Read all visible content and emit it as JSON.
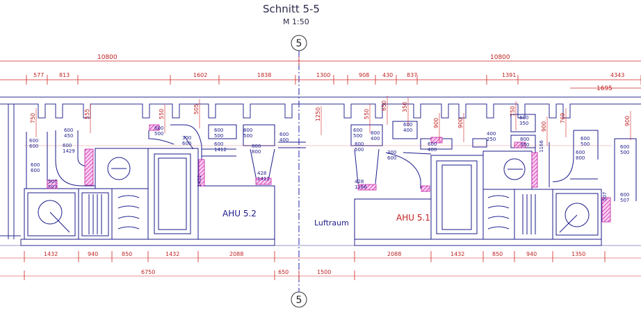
{
  "title": "Schnitt 5-5",
  "scale": "M 1:50",
  "axis_label": "5",
  "labels": {
    "ahu_left": "AHU 5.2",
    "ahu_right": "AHU 5.1",
    "luftraum": "Luftraum"
  },
  "top_dims": {
    "left_total": "10800",
    "right_total": "10800",
    "row2": [
      "577",
      "813",
      "1602",
      "1838",
      "1300",
      "908",
      "430",
      "837",
      "1391",
      "4343"
    ],
    "row3": "1695"
  },
  "bottom_dims": {
    "row1": [
      "1432",
      "940",
      "850",
      "1432",
      "2088",
      "2088",
      "1432",
      "850",
      "940",
      "1350"
    ],
    "row2": [
      "6750",
      "650",
      "1500"
    ]
  },
  "vertical_dims": [
    "750",
    "555",
    "550",
    "505",
    "1250",
    "550",
    "650",
    "350",
    "900",
    "900",
    "750",
    "900",
    "769",
    "900"
  ],
  "duct_tags": {
    "l_600_600_a": [
      "600",
      "600"
    ],
    "l_600_450": [
      "600",
      "450"
    ],
    "l_600_1429": [
      "600",
      "1429"
    ],
    "l_600_600_b": [
      "600",
      "600"
    ],
    "l_507": [
      "507",
      "507"
    ],
    "l_600_500_top": [
      "600",
      "500"
    ],
    "l_300_600": [
      "300",
      "600"
    ],
    "l_600_500_mid": [
      "600",
      "500"
    ],
    "l_600_1412": [
      "600",
      "1412"
    ],
    "l_800_500": [
      "800",
      "500"
    ],
    "l_800_800": [
      "800",
      "800"
    ],
    "l_600_400": [
      "600",
      "400"
    ],
    "l_428_1412": [
      "428",
      "1412"
    ],
    "l_1412_v": [
      "1412"
    ],
    "r_600_500_a": [
      "600",
      "500"
    ],
    "r_800_500": [
      "800",
      "500"
    ],
    "r_800_400": [
      "800",
      "400"
    ],
    "r_600_400_a": [
      "600",
      "400"
    ],
    "r_300_600": [
      "300",
      "600"
    ],
    "r_600_400_b": [
      "600",
      "400"
    ],
    "r_428_1166": [
      "428",
      "1166"
    ],
    "r_400_250": [
      "400",
      "250"
    ],
    "r_600_350": [
      "600",
      "350"
    ],
    "r_800_350": [
      "800",
      "350"
    ],
    "r_1166_v": [
      "1166"
    ],
    "r_600_800": [
      "600",
      "800"
    ],
    "r_600_500_b": [
      "600",
      "500"
    ],
    "r_600_500_c": [
      "600",
      "500"
    ],
    "r_600_507": [
      "600",
      "507"
    ],
    "r_507_v": [
      "507"
    ]
  }
}
